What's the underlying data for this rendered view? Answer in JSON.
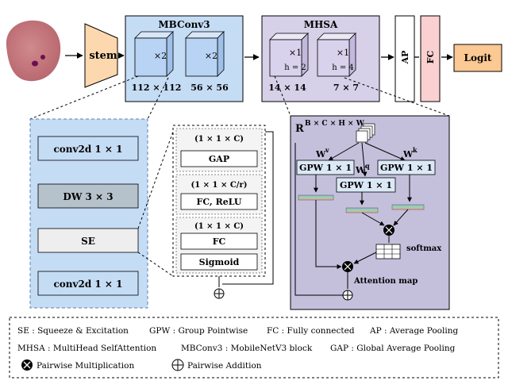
{
  "input": {
    "image": "malaria-cell-icon"
  },
  "stem": {
    "label": "stem"
  },
  "mbconv": {
    "title": "MBConv3",
    "blocks": [
      {
        "mult": "×2",
        "dim": "112 × 112"
      },
      {
        "mult": "×2",
        "dim": "56 × 56"
      }
    ]
  },
  "mhsa": {
    "title": "MHSA",
    "blocks": [
      {
        "mult": "×1",
        "heads": "h = 2",
        "dim": "14 × 14"
      },
      {
        "mult": "×1",
        "heads": "h = 4",
        "dim": "7 × 7"
      }
    ]
  },
  "ap": {
    "label": "AP"
  },
  "fc": {
    "label": "FC"
  },
  "logit": {
    "label": "Logit"
  },
  "mbconv_detail": {
    "conv1": "conv2d 1 × 1",
    "dw": "DW 3 × 3",
    "se": "SE",
    "conv2": "conv2d 1 × 1"
  },
  "se_detail": {
    "gap_shape": "(1 × 1 × C)",
    "gap": "GAP",
    "fc_relu_shape": "(1 × 1 × C/r)",
    "fc_relu": "FC, ReLU",
    "fc_shape": "(1 × 1 × C)",
    "fc": "FC",
    "sigmoid": "Sigmoid"
  },
  "attention_detail": {
    "input_tensor": "R",
    "input_dims": "B × C × H × W",
    "wv": "W",
    "wv_sup": "v",
    "wq": "W",
    "wq_sup": "q",
    "wk": "W",
    "wk_sup": "k",
    "gpw_v": "GPW 1 × 1",
    "gpw_q": "GPW 1 × 1",
    "gpw_k": "GPW 1 × 1",
    "softmax": "softmax",
    "attention_map": "Attention map"
  },
  "legend": {
    "line1": [
      "SE : Squeeze & Excitation",
      "GPW : Group Pointwise",
      "FC : Fully connected",
      "AP : Average Pooling"
    ],
    "line2": [
      "MHSA : MultiHead SelfAttention",
      "MBConv3 : MobileNetV3 block",
      "GAP : Global Average Pooling"
    ],
    "mult": "Pairwise Multiplication",
    "add": "Pairwise Addition"
  },
  "colors": {
    "mbconv_fill": "#c5dcf5",
    "mhsa_fill": "#d6d0e8",
    "attention_panel": "#c4c0dc",
    "stem_fill": "#fdd8ae",
    "ap_fill": "#ffffff",
    "fc_fill": "#fbd0d0",
    "logit_fill": "#fcc893",
    "cube_blue": "#b8d3f3",
    "cube_purple": "#d9d2ec",
    "dw_fill": "#b5c2cc",
    "gpw_fill": "#dbe9f7"
  }
}
